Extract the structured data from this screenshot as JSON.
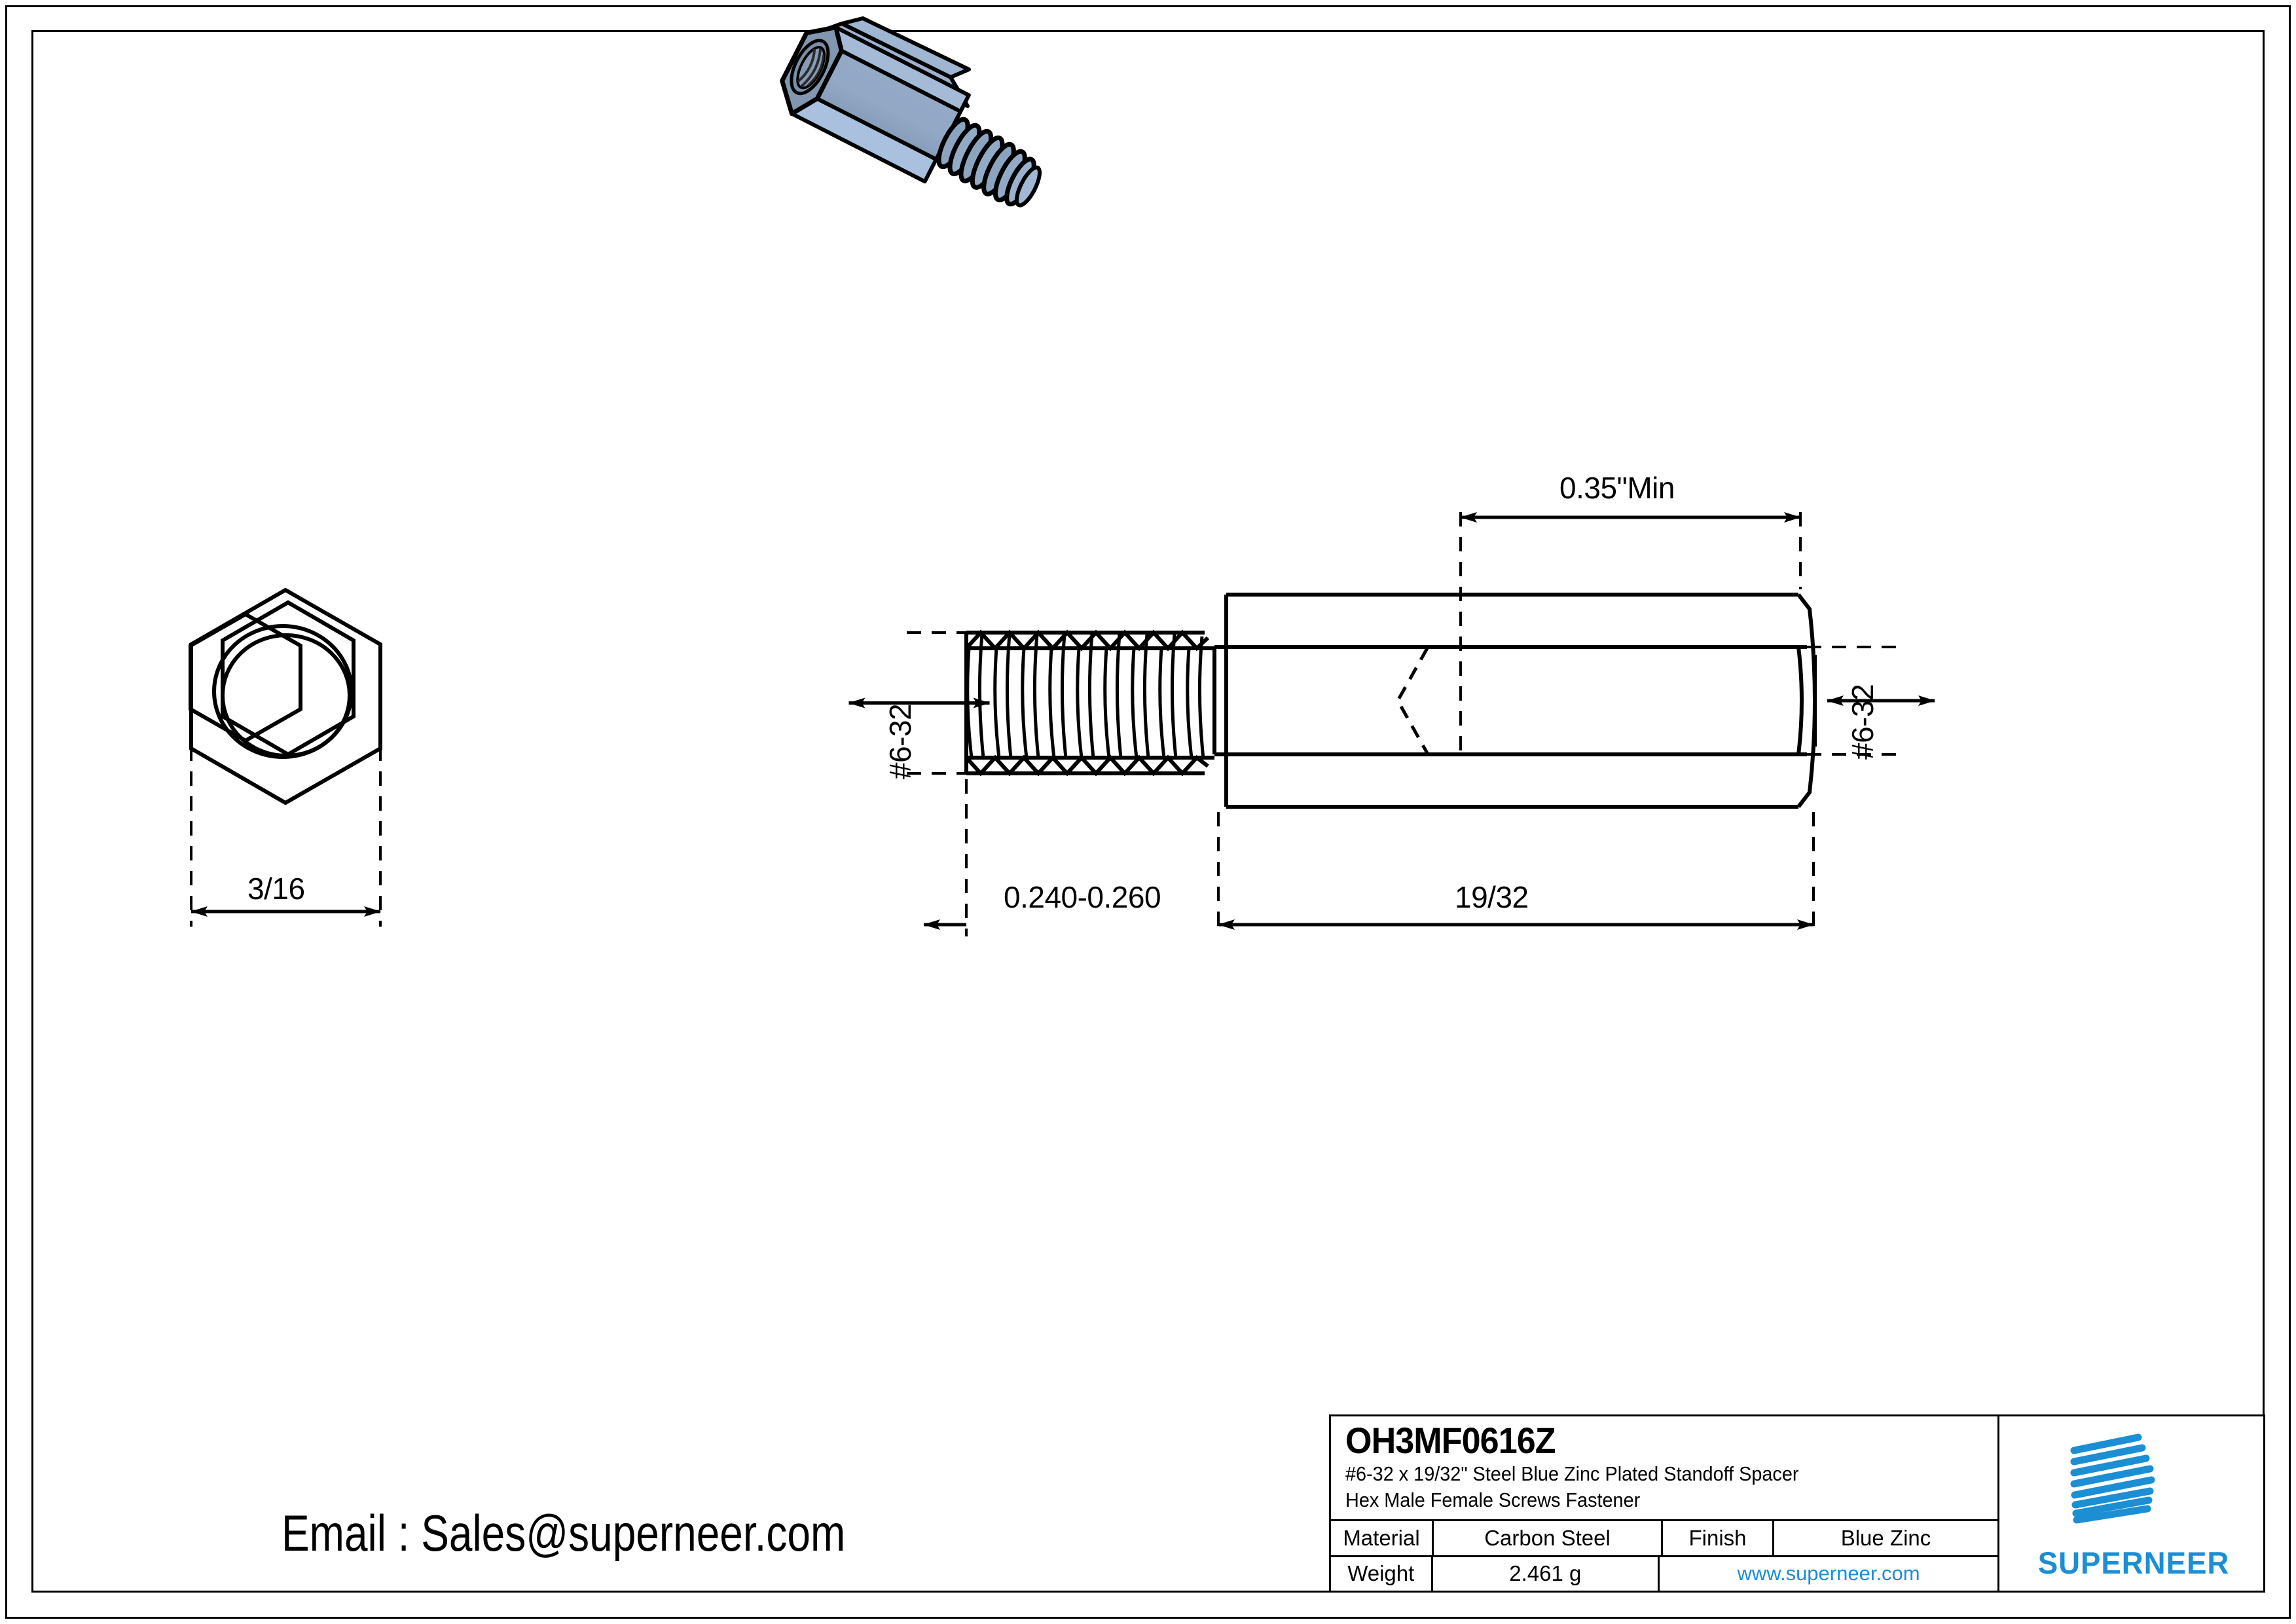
{
  "drawing": {
    "type": "engineering-drawing",
    "subject": "Hex Male Female Standoff Spacer"
  },
  "views": {
    "end_view": {
      "name": "hex-end-view",
      "dimension_label": "3/16"
    },
    "side_view": {
      "name": "side-section-view",
      "thread_label_left": "#6-32",
      "thread_label_right": "#6-32",
      "dim_thread_length": "0.240-0.260",
      "dim_body_length": "19/32",
      "dim_thread_depth": "0.35\"Min"
    },
    "iso_view": {
      "name": "isometric-render",
      "body_color": "#8fa7c4",
      "body_light": "#a9c0dc",
      "body_dark": "#7e93ad",
      "outline_color": "#000000"
    }
  },
  "contact": {
    "email_line": "Email : Sales@superneer.com"
  },
  "title_block": {
    "part_number": "OH3MF0616Z",
    "description_line1": "#6-32 x 19/32\" Steel Blue Zinc Plated Standoff Spacer",
    "description_line2": "Hex Male Female Screws Fastener",
    "material_label": "Material",
    "material_value": "Carbon Steel",
    "finish_label": "Finish",
    "finish_value": "Blue Zinc",
    "weight_label": "Weight",
    "weight_value": "2.461 g",
    "website": "www.superneer.com",
    "brand_name": "SUPERNEER",
    "brand_color": "#1b8ed4"
  }
}
